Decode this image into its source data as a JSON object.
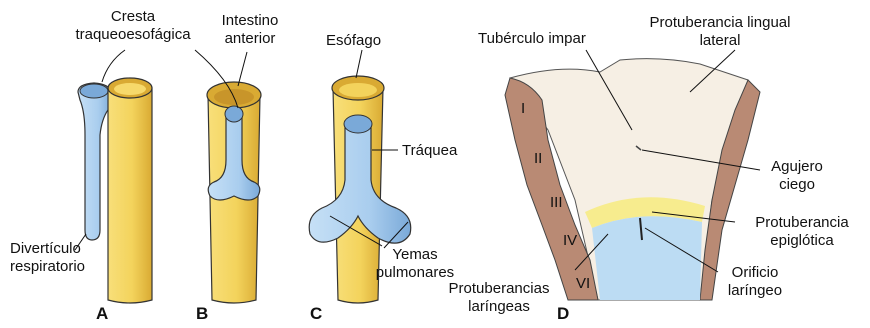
{
  "labels": {
    "cresta": [
      "Cresta",
      "traqueoesofágica"
    ],
    "intestino": [
      "Intestino",
      "anterior"
    ],
    "esofago": "Esófago",
    "traquea": "Tráquea",
    "diverticulo": [
      "Divertículo",
      "respiratorio"
    ],
    "yemas": [
      "Yemas",
      "pulmonares"
    ],
    "tuberculo": "Tubérculo impar",
    "protuberancia_lingual": [
      "Protuberancia lingual",
      "lateral"
    ],
    "agujero": [
      "Agujero",
      "ciego"
    ],
    "protuberancia_epiglotica": [
      "Protuberancia",
      "epiglótica"
    ],
    "orificio": [
      "Orificio",
      "laríngeo"
    ],
    "protuberancias_laringeas": [
      "Protuberancias",
      "laríngeas"
    ]
  },
  "arch_numerals": [
    "I",
    "II",
    "III",
    "IV",
    "VI"
  ],
  "panels": [
    "A",
    "B",
    "C",
    "D"
  ],
  "colors": {
    "esophagus": "#f3d35c",
    "esophagus_dark": "#d9a92c",
    "trachea": "#a9cdee",
    "trachea_dark": "#6f9fcf",
    "tongue": "#f6efe4",
    "arch": "#b98a74",
    "epiglottis": "#f7ec8e",
    "larynx": "#bcdcf3",
    "outline": "#333333"
  }
}
